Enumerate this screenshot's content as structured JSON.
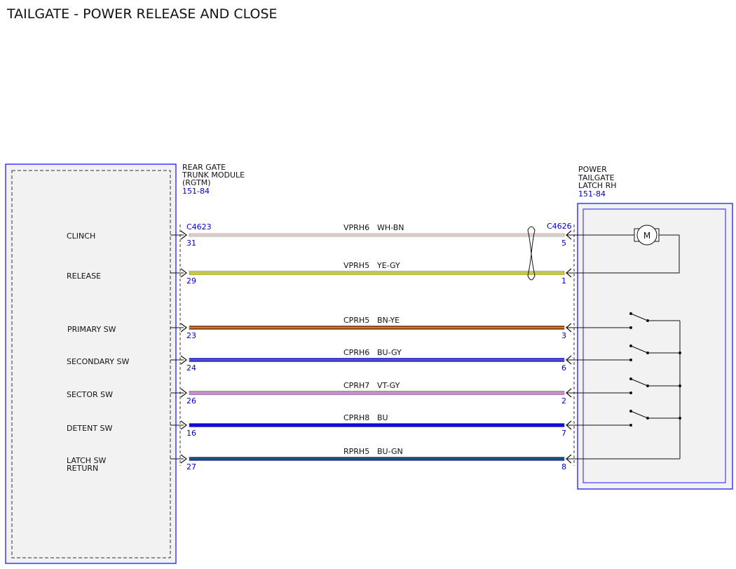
{
  "title": "TAILGATE - POWER RELEASE AND CLOSE",
  "left_module": {
    "name_lines": [
      "REAR GATE",
      "TRUNK MODULE",
      "(RGTM)"
    ],
    "ref": "151-84",
    "connector": "C4623",
    "signals": [
      {
        "lines": [
          "CLINCH"
        ]
      },
      {
        "lines": [
          "RELEASE"
        ]
      },
      {
        "lines": [
          "PRIMARY SW"
        ]
      },
      {
        "lines": [
          "SECONDARY SW"
        ]
      },
      {
        "lines": [
          "SECTOR SW"
        ]
      },
      {
        "lines": [
          "DETENT SW"
        ]
      },
      {
        "lines": [
          "LATCH SW",
          "RETURN"
        ]
      }
    ]
  },
  "right_component": {
    "name_lines": [
      "POWER",
      "TAILGATE",
      "LATCH RH"
    ],
    "ref": "151-84",
    "connector": "C4626",
    "motor_symbol": "M"
  },
  "wires": [
    {
      "circuit": "VPRH6",
      "color_code": "WH-BN",
      "left_pin": "31",
      "right_pin": "5",
      "fill": "#ffffff",
      "stripe": "#d9a38a"
    },
    {
      "circuit": "VPRH5",
      "color_code": "YE-GY",
      "left_pin": "29",
      "right_pin": "1",
      "fill": "#e8e800",
      "stripe": "#9a9a9a"
    },
    {
      "circuit": "CPRH5",
      "color_code": "BN-YE",
      "left_pin": "23",
      "right_pin": "3",
      "fill": "#8b2f0e",
      "stripe": "#e6c200"
    },
    {
      "circuit": "CPRH6",
      "color_code": "BU-GY",
      "left_pin": "24",
      "right_pin": "6",
      "fill": "#1414e6",
      "stripe": "#8a8aa8"
    },
    {
      "circuit": "CPRH7",
      "color_code": "VT-GY",
      "left_pin": "26",
      "right_pin": "2",
      "fill": "#d97fd9",
      "stripe": "#b0a0b0"
    },
    {
      "circuit": "CPRH8",
      "color_code": "BU",
      "left_pin": "16",
      "right_pin": "7",
      "fill": "#0a0ae6",
      "stripe": "#0a0ae6"
    },
    {
      "circuit": "RPRH5",
      "color_code": "BU-GN",
      "left_pin": "27",
      "right_pin": "8",
      "fill": "#1428cc",
      "stripe": "#1a7a3a"
    }
  ],
  "colors": {
    "module_border": "#1a1aff",
    "module_fill": "#f2f2f2",
    "dash": "#333333",
    "ink": "#111111",
    "link": "#0000cc"
  }
}
